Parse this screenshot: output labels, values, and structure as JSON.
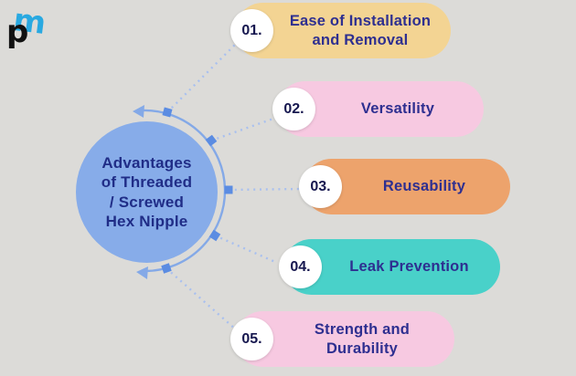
{
  "logo": {
    "letter_m": "m",
    "letter_p": "p",
    "m_color": "#29a9e1",
    "p_color": "#111111"
  },
  "center": {
    "title": "Advantages of Threaded / Screwed Hex Nipple",
    "lines": [
      "Advantages",
      "of Threaded",
      "/ Screwed",
      "Hex Nipple"
    ],
    "circle_color": "#87ace9",
    "text_color": "#202d87"
  },
  "items": [
    {
      "number": "01.",
      "label": "Ease of Installation and Removal",
      "color": "#f3d493"
    },
    {
      "number": "02.",
      "label": "Versatility",
      "color": "#f7c9e1"
    },
    {
      "number": "03.",
      "label": "Reusability",
      "color": "#eda36c"
    },
    {
      "number": "04.",
      "label": "Leak Prevention",
      "color": "#49d1c9"
    },
    {
      "number": "05.",
      "label": "Strength and Durability",
      "color": "#f7c9e1"
    }
  ],
  "connector": {
    "arc_color": "#84a9e7",
    "dot_color": "#a9c0ef",
    "node_color": "#5b8ce2"
  },
  "background_color": "#dcdbd8"
}
